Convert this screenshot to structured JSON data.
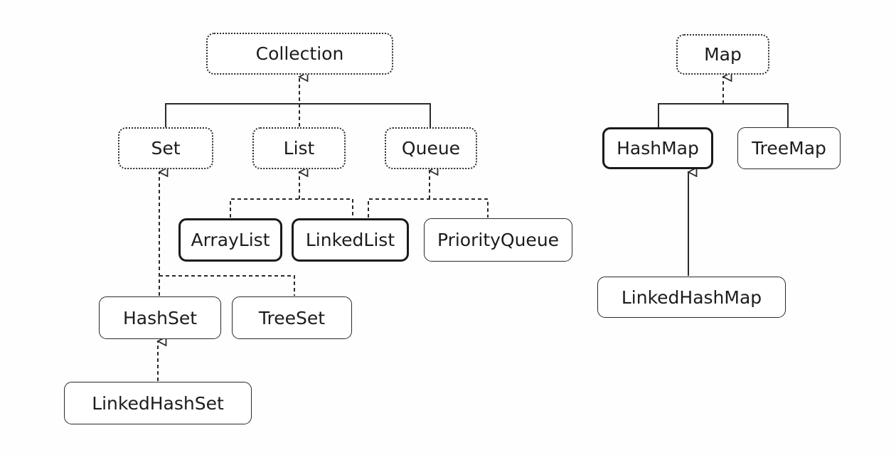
{
  "nodes": {
    "collection": "Collection",
    "set": "Set",
    "list": "List",
    "queue": "Queue",
    "array_list": "ArrayList",
    "linked_list": "LinkedList",
    "priority_queue": "PriorityQueue",
    "hash_set": "HashSet",
    "tree_set": "TreeSet",
    "linked_hash_set": "LinkedHashSet",
    "map": "Map",
    "hash_map": "HashMap",
    "tree_map": "TreeMap",
    "linked_hash_map": "LinkedHashMap"
  },
  "colors": {
    "line": "#2a2a2a"
  }
}
